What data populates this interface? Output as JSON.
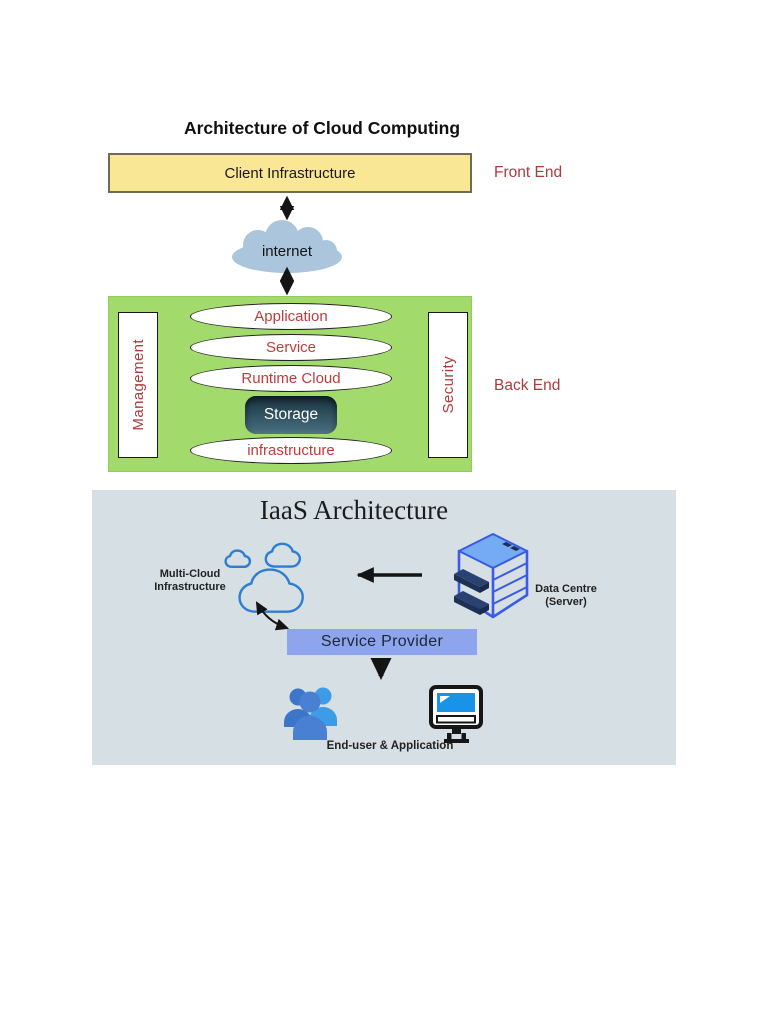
{
  "colors": {
    "client_box_fill": "#F9E795",
    "client_box_border": "#6E6C52",
    "red_label": "#AE3A3C",
    "red_ellipse_text": "#C23B3B",
    "green_panel": "#A3DA6C",
    "internet_cloud": "#ABC6DC",
    "storage_top": "#1C3742",
    "storage_bottom": "#49707F",
    "iaas_panel_bg": "#D6DFE4",
    "cloud_outline": "#2D7DD2",
    "service_provider_fill": "#8EA4EC",
    "monitor_screen": "#1993E8",
    "arrow_black": "#141414",
    "datacentre_frame": "#3A5CE4",
    "datacentre_top": "#74ABF3",
    "datacentre_server": "#1F3056",
    "people_front": "#4A80D4",
    "people_back_left": "#3B76C9",
    "people_back_right": "#3E9BE5"
  },
  "cloud_arch": {
    "title": "Architecture of Cloud Computing",
    "client_box_label": "Client Infrastructure",
    "front_end_label": "Front End",
    "internet_label": "internet",
    "back_end_label": "Back End",
    "management_label": "Management",
    "security_label": "Security",
    "layers": [
      "Application",
      "Service",
      "Runtime Cloud"
    ],
    "storage_label": "Storage",
    "infrastructure_label": "infrastructure"
  },
  "iaas": {
    "title": "IaaS Architecture",
    "multi_cloud_label_line1": "Multi-Cloud",
    "multi_cloud_label_line2": "Infrastructure",
    "data_centre_label_line1": "Data Centre",
    "data_centre_label_line2": "(Server)",
    "service_provider_label": "Service Provider",
    "end_user_label": "End-user & Application"
  }
}
